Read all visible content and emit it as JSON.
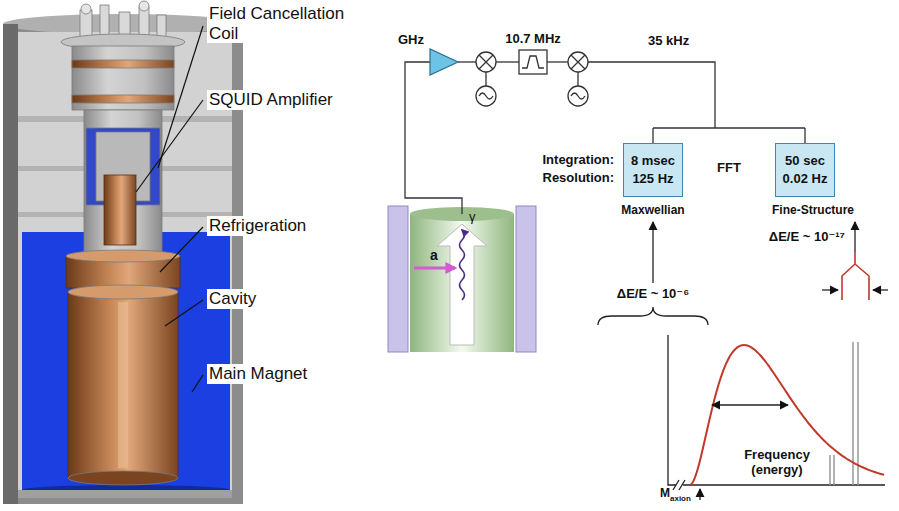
{
  "diagram": {
    "nodes": [
      {
        "text": [
          "8 msec",
          "125 Hz"
        ]
      },
      {
        "text": [
          "50 sec",
          "0.02 Hz"
        ]
      }
    ],
    "labels": [
      "Field Cancellation Coil",
      "SQUID Amplifier",
      "Refrigeration",
      "Cavity",
      "Main Magnet",
      "GHz",
      "10.7 MHz",
      "35 kHz",
      "Integration:",
      "Resolution:",
      "FFT",
      "Maxwellian",
      "Fine-Structure",
      "ΔE/E ~ 10⁻⁶",
      "ΔE/E ~ 10⁻¹⁷",
      "a",
      "γ",
      "M",
      "axion",
      "Frequency (energy)"
    ]
  }
}
